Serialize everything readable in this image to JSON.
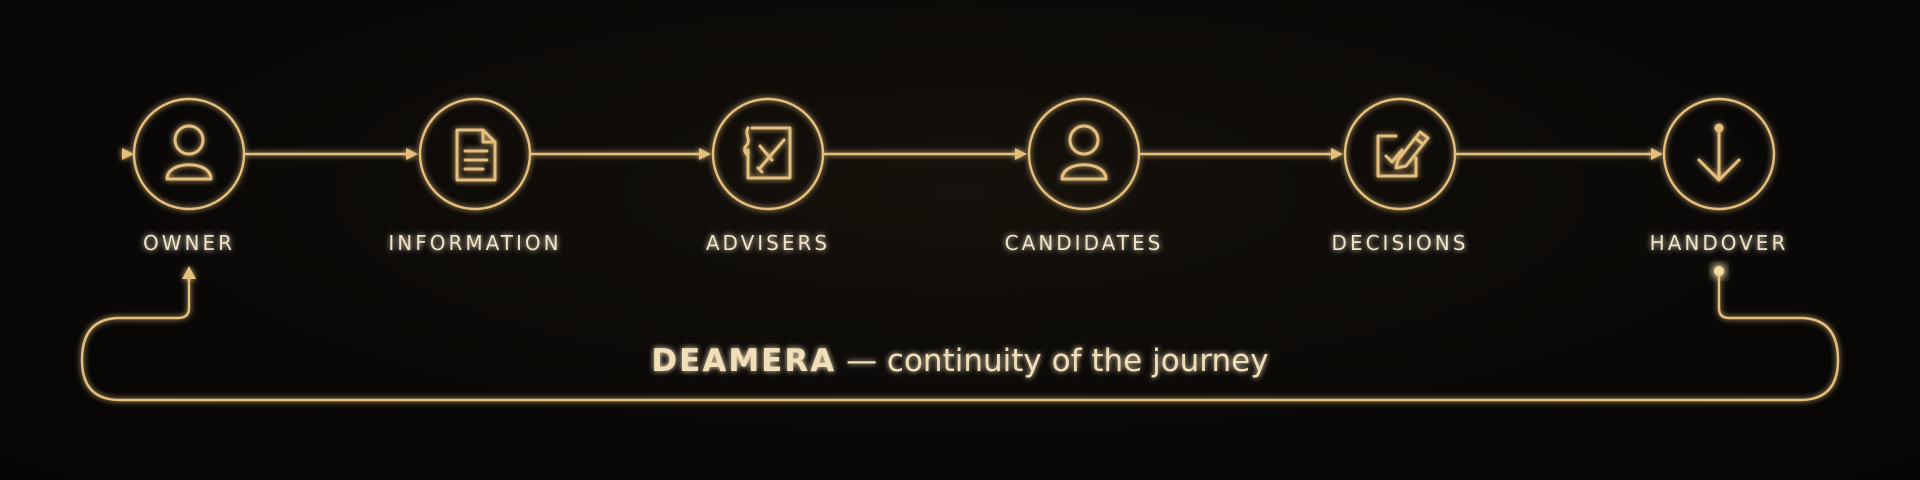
{
  "colors": {
    "background": "#0b0907",
    "line": "#e4bf7d",
    "glow": "#c8913f",
    "text": "#efe2c6"
  },
  "steps": [
    {
      "label": "OWNER",
      "icon": "person-icon"
    },
    {
      "label": "INFORMATION",
      "icon": "document-icon"
    },
    {
      "label": "ADVISERS",
      "icon": "advisory-document-icon"
    },
    {
      "label": "CANDIDATES",
      "icon": "person-icon"
    },
    {
      "label": "DECISIONS",
      "icon": "edit-checklist-icon"
    },
    {
      "label": "HANDOVER",
      "icon": "anchor-icon"
    }
  ],
  "journey": {
    "brand": "DEAMERA",
    "tagline": " — continuity of the journey"
  }
}
